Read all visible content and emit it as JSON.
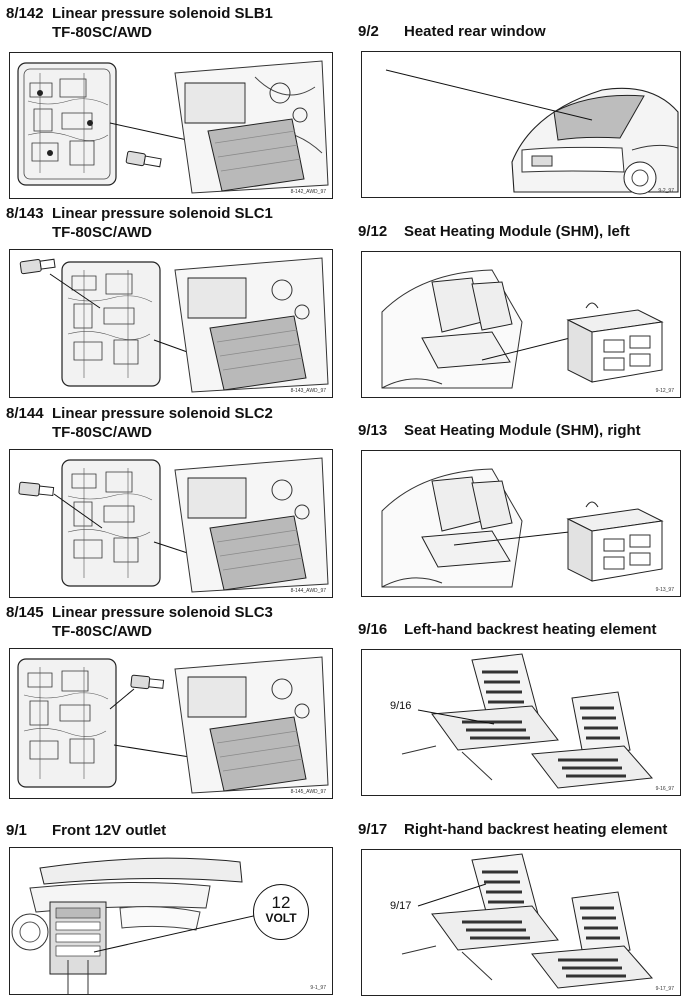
{
  "left_column": [
    {
      "code": "8/142",
      "title": "Linear pressure solenoid SLB1",
      "subtitle": "TF-80SC/AWD",
      "figure_id": "8-142_AWD_97"
    },
    {
      "code": "8/143",
      "title": "Linear pressure solenoid SLC1",
      "subtitle": "TF-80SC/AWD",
      "figure_id": "8-143_AWD_97"
    },
    {
      "code": "8/144",
      "title": "Linear pressure solenoid SLC2",
      "subtitle": "TF-80SC/AWD",
      "figure_id": "8-144_AWD_97"
    },
    {
      "code": "8/145",
      "title": "Linear pressure solenoid SLC3",
      "subtitle": "TF-80SC/AWD",
      "figure_id": "8-145_AWD_97"
    },
    {
      "code": "9/1",
      "title": "Front 12V outlet",
      "figure_id": "9-1_97",
      "badge_number": "12",
      "badge_unit": "VOLT"
    }
  ],
  "right_column": [
    {
      "code": "9/2",
      "title": "Heated rear window",
      "figure_id": "9-2_97"
    },
    {
      "code": "9/12",
      "title": "Seat Heating Module (SHM), left",
      "figure_id": "9-12_97"
    },
    {
      "code": "9/13",
      "title": "Seat Heating Module (SHM), right",
      "figure_id": "9-13_97"
    },
    {
      "code": "9/16",
      "title": "Left-hand backrest heating element",
      "figure_id": "9-16_97",
      "callout": "9/16"
    },
    {
      "code": "9/17",
      "title": "Right-hand backrest heating element",
      "figure_id": "9-17_97",
      "callout": "9/17"
    }
  ]
}
